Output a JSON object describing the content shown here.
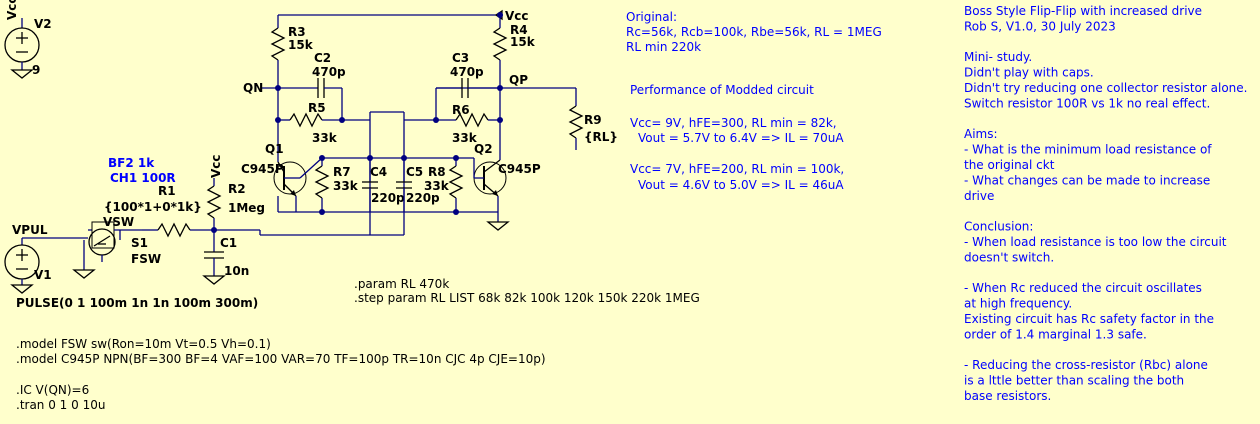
{
  "components": {
    "v2": {
      "name": "V2",
      "value": "9",
      "node": "Vcc"
    },
    "v1": {
      "name": "V1",
      "node": "VPUL",
      "value": "PULSE(0 1 100m 1n 1n 100m 300m)"
    },
    "r1": {
      "name": "R1",
      "value": "{100*1+0*1k}"
    },
    "r2": {
      "name": "R2",
      "value": "1Meg"
    },
    "r3": {
      "name": "R3",
      "value": "15k"
    },
    "r4": {
      "name": "R4",
      "value": "15k"
    },
    "r5": {
      "name": "R5",
      "value": "33k"
    },
    "r6": {
      "name": "R6",
      "value": "33k"
    },
    "r7": {
      "name": "R7",
      "value": "33k"
    },
    "r8": {
      "name": "R8",
      "value": "33k"
    },
    "r9": {
      "name": "R9",
      "value": "{RL}"
    },
    "c1": {
      "name": "C1",
      "value": "10n"
    },
    "c2": {
      "name": "C2",
      "value": "470p"
    },
    "c3": {
      "name": "C3",
      "value": "470p"
    },
    "c4": {
      "name": "C4",
      "value": "220p"
    },
    "c5": {
      "name": "C5",
      "value": "220p"
    },
    "q1": {
      "name": "Q1",
      "model": "C945P"
    },
    "q2": {
      "name": "Q2",
      "model": "C945P"
    },
    "s1": {
      "name": "S1",
      "model": "FSW",
      "node": "VSW"
    }
  },
  "nets": {
    "vcc_top": "Vcc",
    "vcc_r2": "Vcc",
    "qn": "QN",
    "qp": "QP"
  },
  "notes": {
    "bf2": "BF2 1k",
    "ch1": "CH1 100R",
    "original": [
      "Original:",
      "Rc=56k, Rcb=100k, Rbe=56k, RL = 1MEG",
      "RL min 220k"
    ],
    "perf_title": "Performance of Modded circuit",
    "perf_lines": [
      "Vcc= 9V, hFE=300, RL min = 82k,",
      "Vout = 5.7V to 6.4V => IL = 70uA",
      "Vcc= 7V, hFE=200, RL min = 100k,",
      "Vout = 4.6V to 5.0V => IL = 46uA"
    ]
  },
  "directives": {
    "param": ".param RL 470k",
    "step": ".step param RL LIST 68k 82k 100k 120k 150k 220k 1MEG",
    "model_fsw": ".model FSW sw(Ron=10m Vt=0.5 Vh=0.1)",
    "model_c945p": ".model C945P NPN(BF=300 BF=4 VAF=100 VAR=70 TF=100p TR=10n CJC 4p CJE=10p)",
    "ic": ".IC V(QN)=6",
    "tran": ".tran 0 1 0 10u"
  },
  "right_notes": [
    "Boss Style Flip-Flip with increased drive",
    "Rob S, V1.0, 30 July 2023",
    "",
    "Mini- study.",
    "Didn't play with caps.",
    "Didn't try reducing one collector resistor alone.",
    "Switch resistor 100R vs 1k no real effect.",
    "",
    "Aims:",
    "- What is the minimum load resistance of",
    "  the original ckt",
    "- What changes can be made to increase",
    "  drive",
    "",
    "Conclusion:",
    "- When load resistance is too low the circuit",
    "   doesn't switch.",
    "",
    "- When Rc reduced the circuit oscillates",
    "  at high frequency.",
    "  Existing circuit has Rc safety factor in the",
    "  order of 1.4 marginal 1.3 safe.",
    "",
    "- Reducing the cross-resistor (Rbc) alone",
    "  is a lttle better than scaling the both",
    "  base resistors."
  ],
  "colors": {
    "background": "#FFFFCC",
    "wire": "#000080",
    "comment": "#0000FF",
    "component": "#000000"
  }
}
